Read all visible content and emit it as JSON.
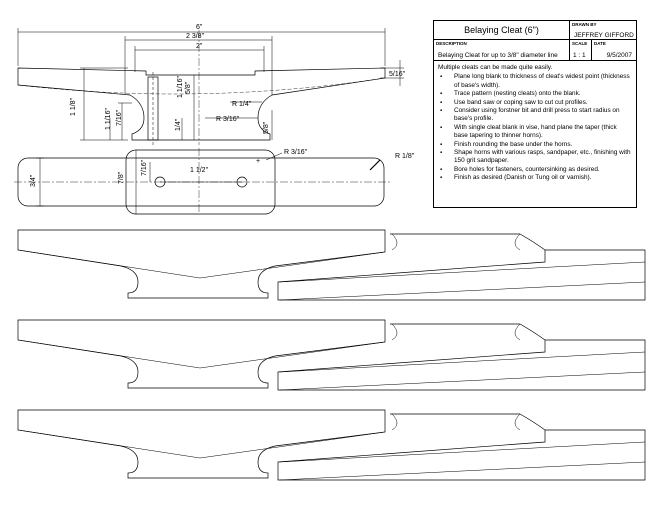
{
  "title_block": {
    "title": "Belaying Cleat (6\")",
    "drawn_by_label": "DRAWN BY",
    "drawn_by": "JEFFREY GIFFORD",
    "description_label": "DESCRIPTION",
    "description": "Belaying Cleat for up to 3/8\" diameter line",
    "scale_label": "SCALE",
    "scale": "1 : 1",
    "date_label": "DATE",
    "date": "9/5/2007"
  },
  "notes": {
    "intro": "Multiple cleats can be made quite easily.",
    "steps": [
      "Plane long blank to thickness of cleat's widest point (thickness of base's width).",
      "Trace pattern (nesting cleats) onto the blank.",
      "Use band saw or coping saw to cut cut profiles.",
      "Consider using forstner bit and drill press to start radius on base's profile.",
      "With single cleat blank in vise, hand plane the taper (thick base tapering to thinner horns).",
      "Finish rounding the base under the horns.",
      "Shape horns with various rasps, sandpaper, etc., finishing with 150 grit sandpaper.",
      "Bore holes for fasteners, countersinking as desired.",
      "Finish as desired (Danish or Tung oil or varnish)."
    ]
  },
  "dimensions": {
    "overall_length": "6\"",
    "base_length": "2 3/8\"",
    "hole_span": "2\"",
    "horn_tip_thickness": "5/16\"",
    "overall_height": "1 1/8\"",
    "base_neck_height": "7/16\"",
    "hole_depth": "1 1/16\"",
    "upper_thickness": "5/8\"",
    "base_radius": "R 1/4\"",
    "inner_radius": "R 3/16\"",
    "small_height": "1/4\"",
    "left_height": "1 1/16\"",
    "right_height": "5/8\"",
    "plan_radius": "R 3/16\"",
    "plan_end_radius": "R 1/8\"",
    "plan_width": "3/4\"",
    "plan_mid_width": "7/8\"",
    "plan_hole_offset": "7/16\"",
    "plan_hole_spacing": "1 1/2\""
  }
}
